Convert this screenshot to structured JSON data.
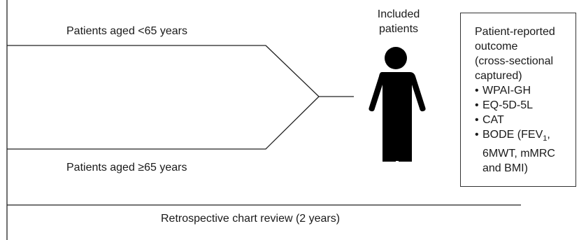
{
  "groups": {
    "under_65": "Patients aged <65 years",
    "over_65": "Patients aged ≥65 years"
  },
  "included": {
    "line1": "Included",
    "line2": "patients"
  },
  "pro_box": {
    "title_lines": [
      "Patient-reported",
      "outcome",
      "(cross-sectional",
      "captured)"
    ],
    "items": [
      {
        "text": "WPAI-GH"
      },
      {
        "text": "EQ-5D-5L"
      },
      {
        "text": "CAT"
      },
      {
        "text": "BODE (FEV",
        "sub": "1",
        "after": ",",
        "cont": [
          "6MWT, mMRC",
          "and BMI)"
        ]
      }
    ]
  },
  "timeline": {
    "label": "Retrospective chart review (2 years)"
  },
  "icons": {
    "patient": "person-silhouette-icon"
  }
}
